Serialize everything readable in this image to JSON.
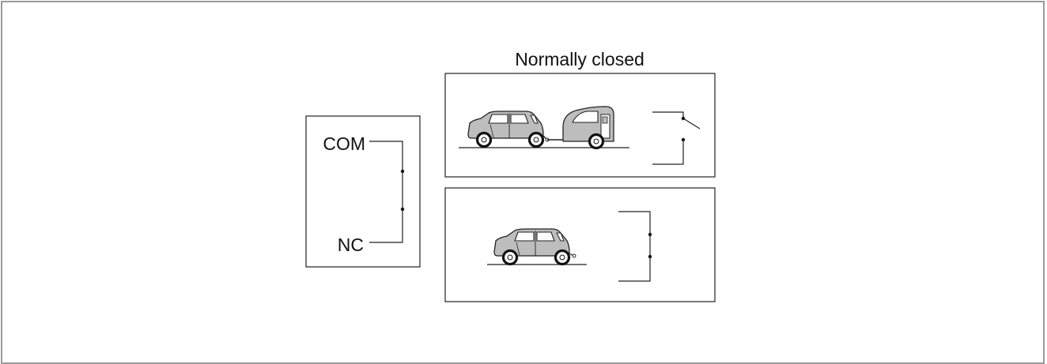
{
  "diagram": {
    "title": "Normally closed",
    "terminals": {
      "com": "COM",
      "nc": "NC"
    }
  }
}
